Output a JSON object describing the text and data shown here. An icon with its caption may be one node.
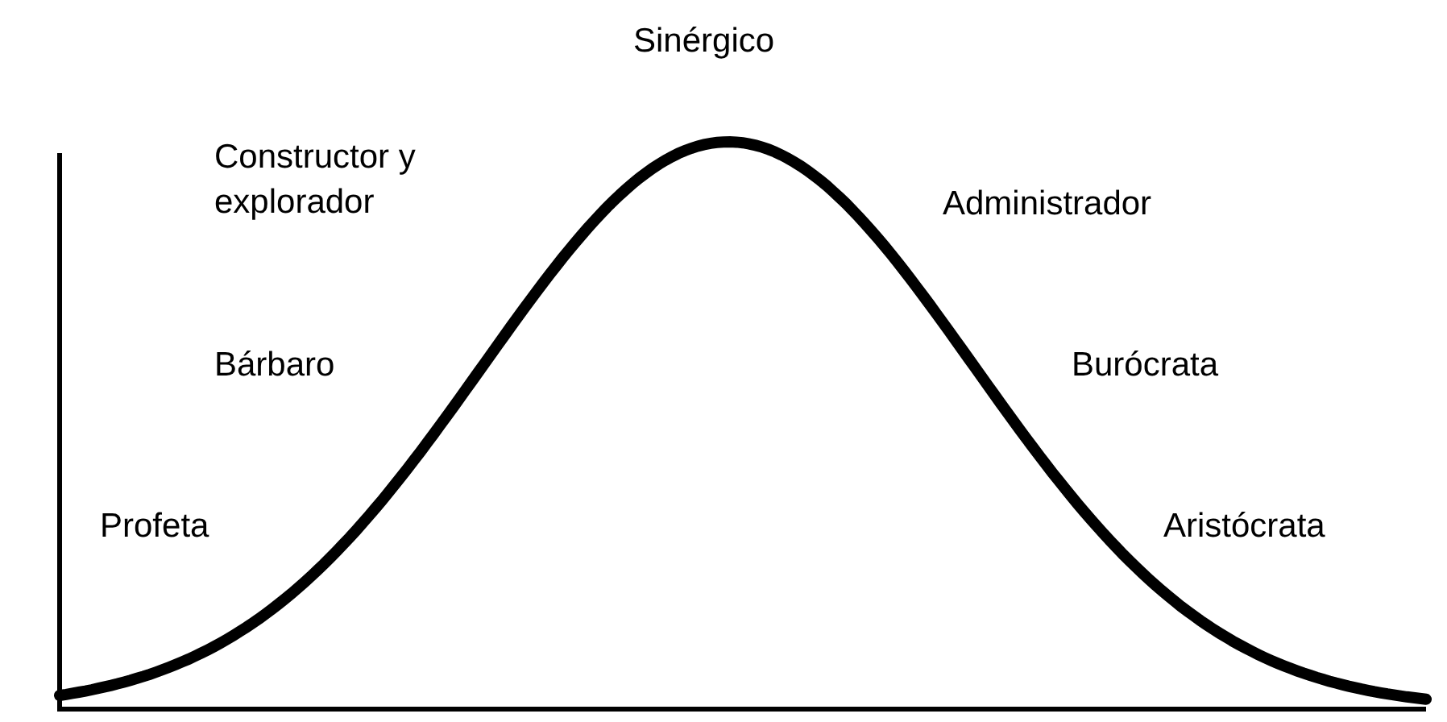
{
  "diagram": {
    "labels": [
      "Sinérgico",
      "Constructor y explorador",
      "Administrador",
      "Bárbaro",
      "Burócrata",
      "Profeta",
      "Aristócrata"
    ]
  }
}
